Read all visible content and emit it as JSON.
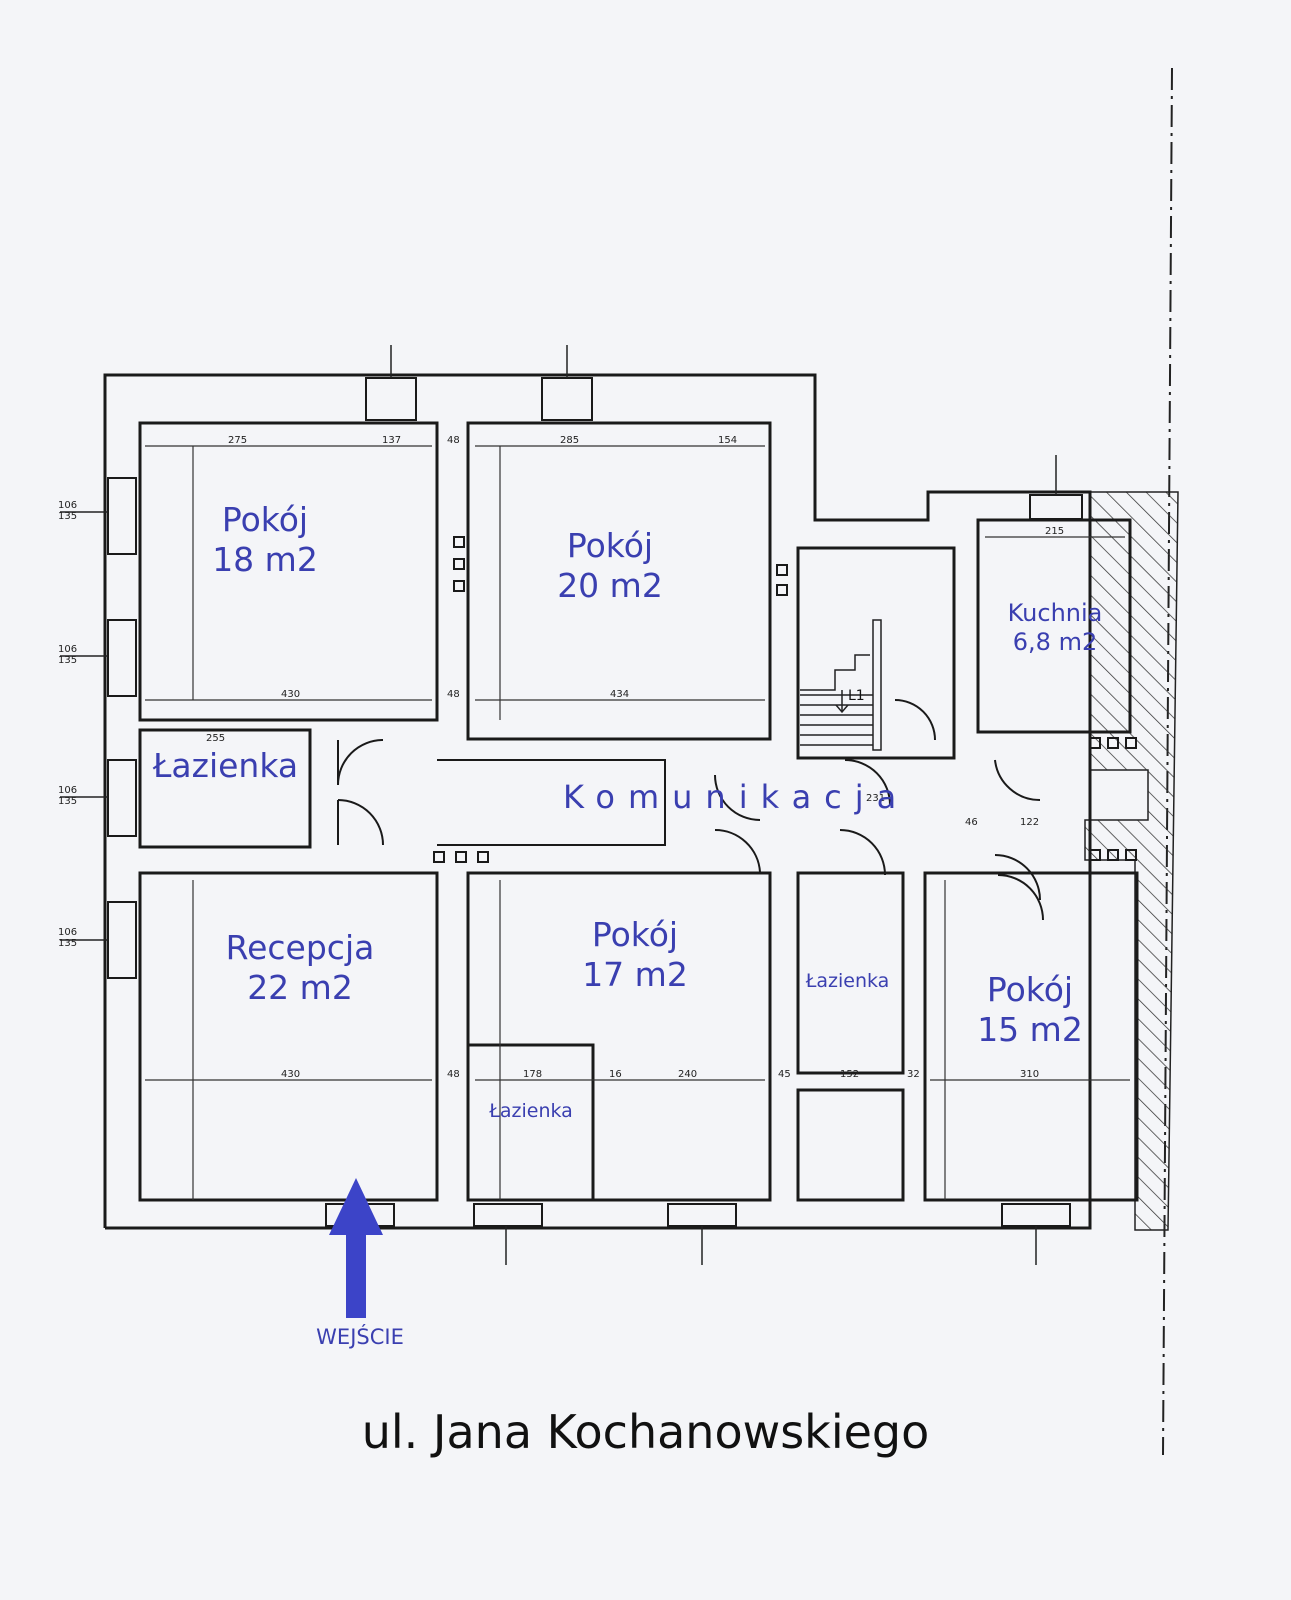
{
  "rooms": [
    {
      "name": "Pokój",
      "area": "18 m2"
    },
    {
      "name": "Pokój",
      "area": "20 m2"
    },
    {
      "name": "Kuchnia",
      "area": "6,8 m2"
    },
    {
      "name": "Łazienka",
      "area": ""
    },
    {
      "name": "Recepcja",
      "area": "22 m2"
    },
    {
      "name": "Pokój",
      "area": "17 m2"
    },
    {
      "name": "Łazienka",
      "area": ""
    },
    {
      "name": "Pokój",
      "area": "15 m2"
    },
    {
      "name": "Łazienka",
      "area": ""
    }
  ],
  "corridor_label": "Komunikacja",
  "stair_label": "L1",
  "entrance_label": "WEJŚCIE",
  "street_label": "ul. Jana Kochanowskiego",
  "window_dims": "106/135",
  "colors": {
    "labels": "#3a3fb0",
    "walls": "#1a1a1a",
    "background": "#f4f5f8",
    "arrow": "#3c44c8"
  }
}
